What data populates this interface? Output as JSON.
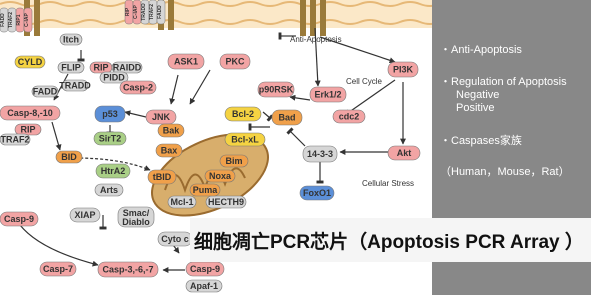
{
  "colors": {
    "grey": "#d6d6d6",
    "orange": "#f0a04a",
    "pink": "#f2a4a4",
    "yellow": "#f5d342",
    "green": "#a9cf86",
    "blue": "#5b8fd8",
    "panel": "#888888",
    "mito": "#c79a5a"
  },
  "membrane_receptors": [
    {
      "labels": [
        "FADD",
        "TRAF2",
        "RIP1",
        "C-IAP"
      ]
    },
    {
      "labels": [
        "RIP",
        "C-IAP",
        "TRADD",
        "TRAF2",
        "FADD"
      ]
    }
  ],
  "nodes": {
    "cyld": "CYLD",
    "itch": "Itch",
    "flip": "FLIP",
    "fadd": "FADD",
    "tradd": "TRADD",
    "casp8_10": "Casp-8,-10",
    "rip_left": "RIP",
    "traf2": "TRAF2",
    "bid": "BID",
    "ask1": "ASK1",
    "pkc": "PKC",
    "rip_mid": "RIP",
    "raidd": "RAIDD",
    "pidd": "PIDD",
    "casp2": "Casp-2",
    "jnk": "JNK",
    "p53": "p53",
    "sirt2": "SirT2",
    "bak": "Bak",
    "bax": "Bax",
    "tbid": "tBID",
    "htra2": "HtrA2",
    "arts": "Arts",
    "xiap": "XIAP",
    "smac": "Smac/\nDiablo",
    "mcl1": "Mcl-1",
    "hecth9": "HECTH9",
    "puma": "Puma",
    "noxa": "Noxa",
    "bim": "Bim",
    "bcl2": "Bcl-2",
    "bclxl": "Bcl-xL",
    "bad": "Bad",
    "p90rsk": "p90RSK",
    "erk12": "Erk1/2",
    "cdc2": "cdc2",
    "pi3k": "PI3K",
    "protein1433": "14-3-3",
    "akt": "Akt",
    "foxo1": "FoxO1",
    "cytoc": "Cyto c",
    "casp9_left": "Casp-9",
    "casp7": "Casp-7",
    "casp367": "Casp-3,-6,-7",
    "casp9_right": "Casp-9",
    "apaf1": "Apaf-1"
  },
  "annotations": {
    "anti_apoptosis": "Anti-Apoptosis",
    "cell_cycle": "Cell Cycle",
    "cellular_stress": "Cellular Stress"
  },
  "panel": {
    "item1": "・Anti-Apoptosis",
    "item2_line1": "・Regulation of Apoptosis",
    "item2_line2": "Negative",
    "item2_line3": "Positive",
    "item3": "・Caspases家族",
    "item4": "（Human，Mouse，Rat）"
  },
  "banner_title": "细胞凋亡PCR芯片（Apoptosis PCR Array ）"
}
